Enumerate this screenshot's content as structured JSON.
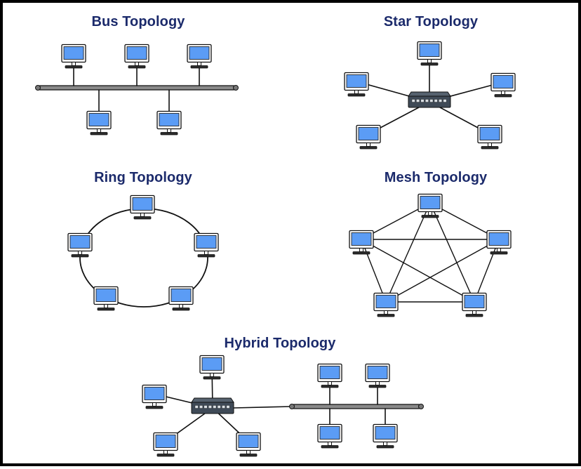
{
  "figure": {
    "titles": {
      "bus": "Bus Topology",
      "star": "Star Topology",
      "ring": "Ring Topology",
      "mesh": "Mesh Topology",
      "hybrid": "Hybrid Topology"
    }
  },
  "colors": {
    "title": "#1b2a6b",
    "screen": "#5b9cf5",
    "monitor_frame": "#ffffff",
    "outline": "#111111",
    "switch_body": "#3f4a57",
    "cable": "#111111",
    "bus_backbone": "#8a8a8a"
  },
  "icons": {
    "computer": "computer-monitor-icon",
    "switch": "network-switch-icon"
  }
}
